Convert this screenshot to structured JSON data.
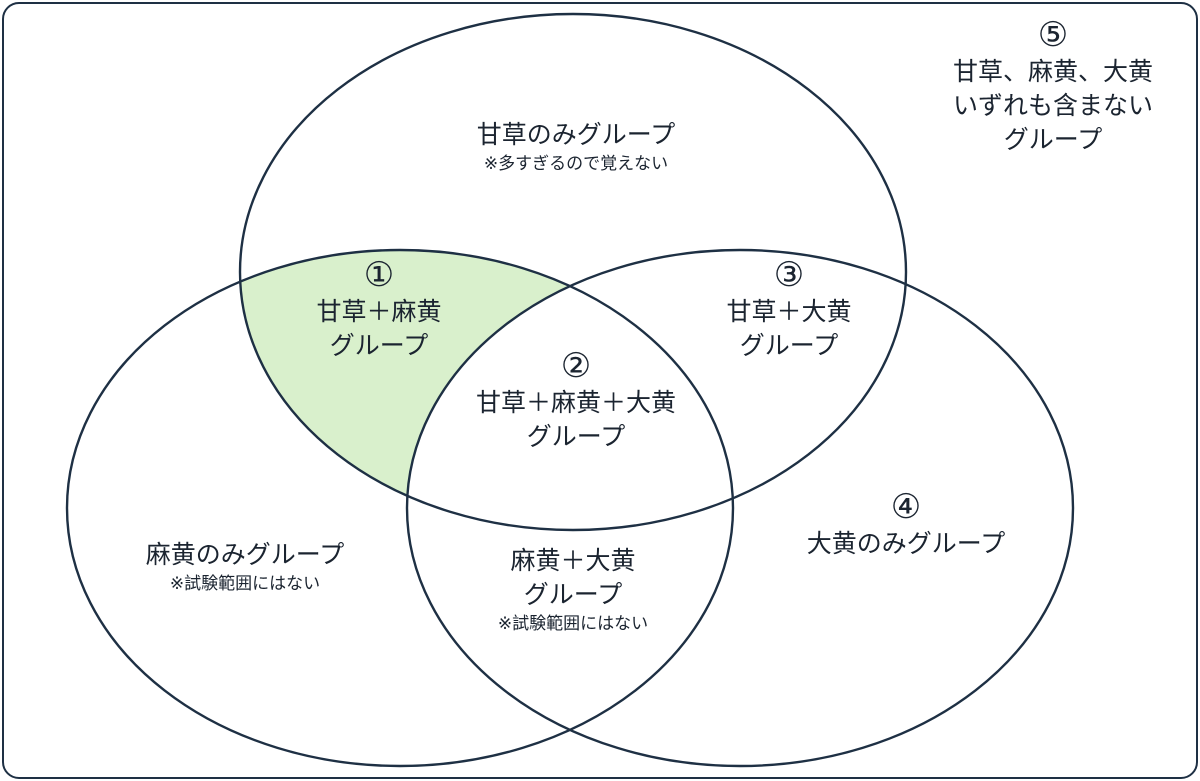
{
  "colors": {
    "stroke": "#1e3044",
    "highlight_fill": "#d9f0cc",
    "background": "#ffffff",
    "text": "#1b2430"
  },
  "highlighted_region": "region-1",
  "regions": {
    "kanzo_only": {
      "line1": "甘草のみグループ",
      "note": "※多すぎるので覚えない"
    },
    "r1": {
      "number": "①",
      "line1": "甘草＋麻黄",
      "line2": "グループ"
    },
    "r2": {
      "number": "②",
      "line1": "甘草＋麻黄＋大黄",
      "line2": "グループ"
    },
    "r3": {
      "number": "③",
      "line1": "甘草＋大黄",
      "line2": "グループ"
    },
    "r4": {
      "number": "④",
      "line1": "大黄のみグループ"
    },
    "r5": {
      "number": "⑤",
      "line1": "甘草、麻黄、大黄",
      "line2": "いずれも含まない",
      "line3": "グループ"
    },
    "maou_only": {
      "line1": "麻黄のみグループ",
      "note": "※試験範囲にはない"
    },
    "maou_daio": {
      "line1": "麻黄＋大黄",
      "line2": "グループ",
      "note": "※試験範囲にはない"
    }
  }
}
